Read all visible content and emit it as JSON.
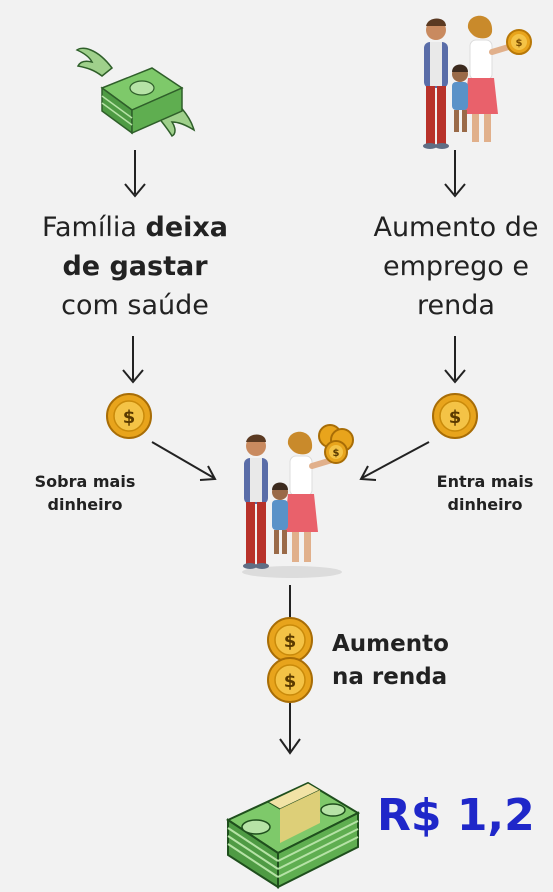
{
  "left_column": {
    "line1_regular": "Família",
    "line1_bold": "deixa",
    "line2_bold": "de gastar",
    "line3_regular": "com saúde"
  },
  "right_column": {
    "line1": "Aumento de",
    "line2": "emprego e",
    "line3": "renda"
  },
  "left_label": {
    "line1": "Sobra mais",
    "line2": "dinheiro"
  },
  "right_label": {
    "line1": "Entra mais",
    "line2": "dinheiro"
  },
  "income": {
    "line1": "Aumento",
    "line2": "na renda"
  },
  "result": {
    "value": "R$ 1,2"
  },
  "coin_symbol": "$",
  "icons": [
    "flying-money-icon",
    "family-coin-icon",
    "coin-icon",
    "family-coins-icon",
    "two-coins-icon",
    "money-stack-icon"
  ],
  "colors": {
    "accent": "#1f27c9",
    "coin": "#e8a41c",
    "money": "#6dbf5b",
    "text": "#222222",
    "background": "#f2f2f2"
  }
}
